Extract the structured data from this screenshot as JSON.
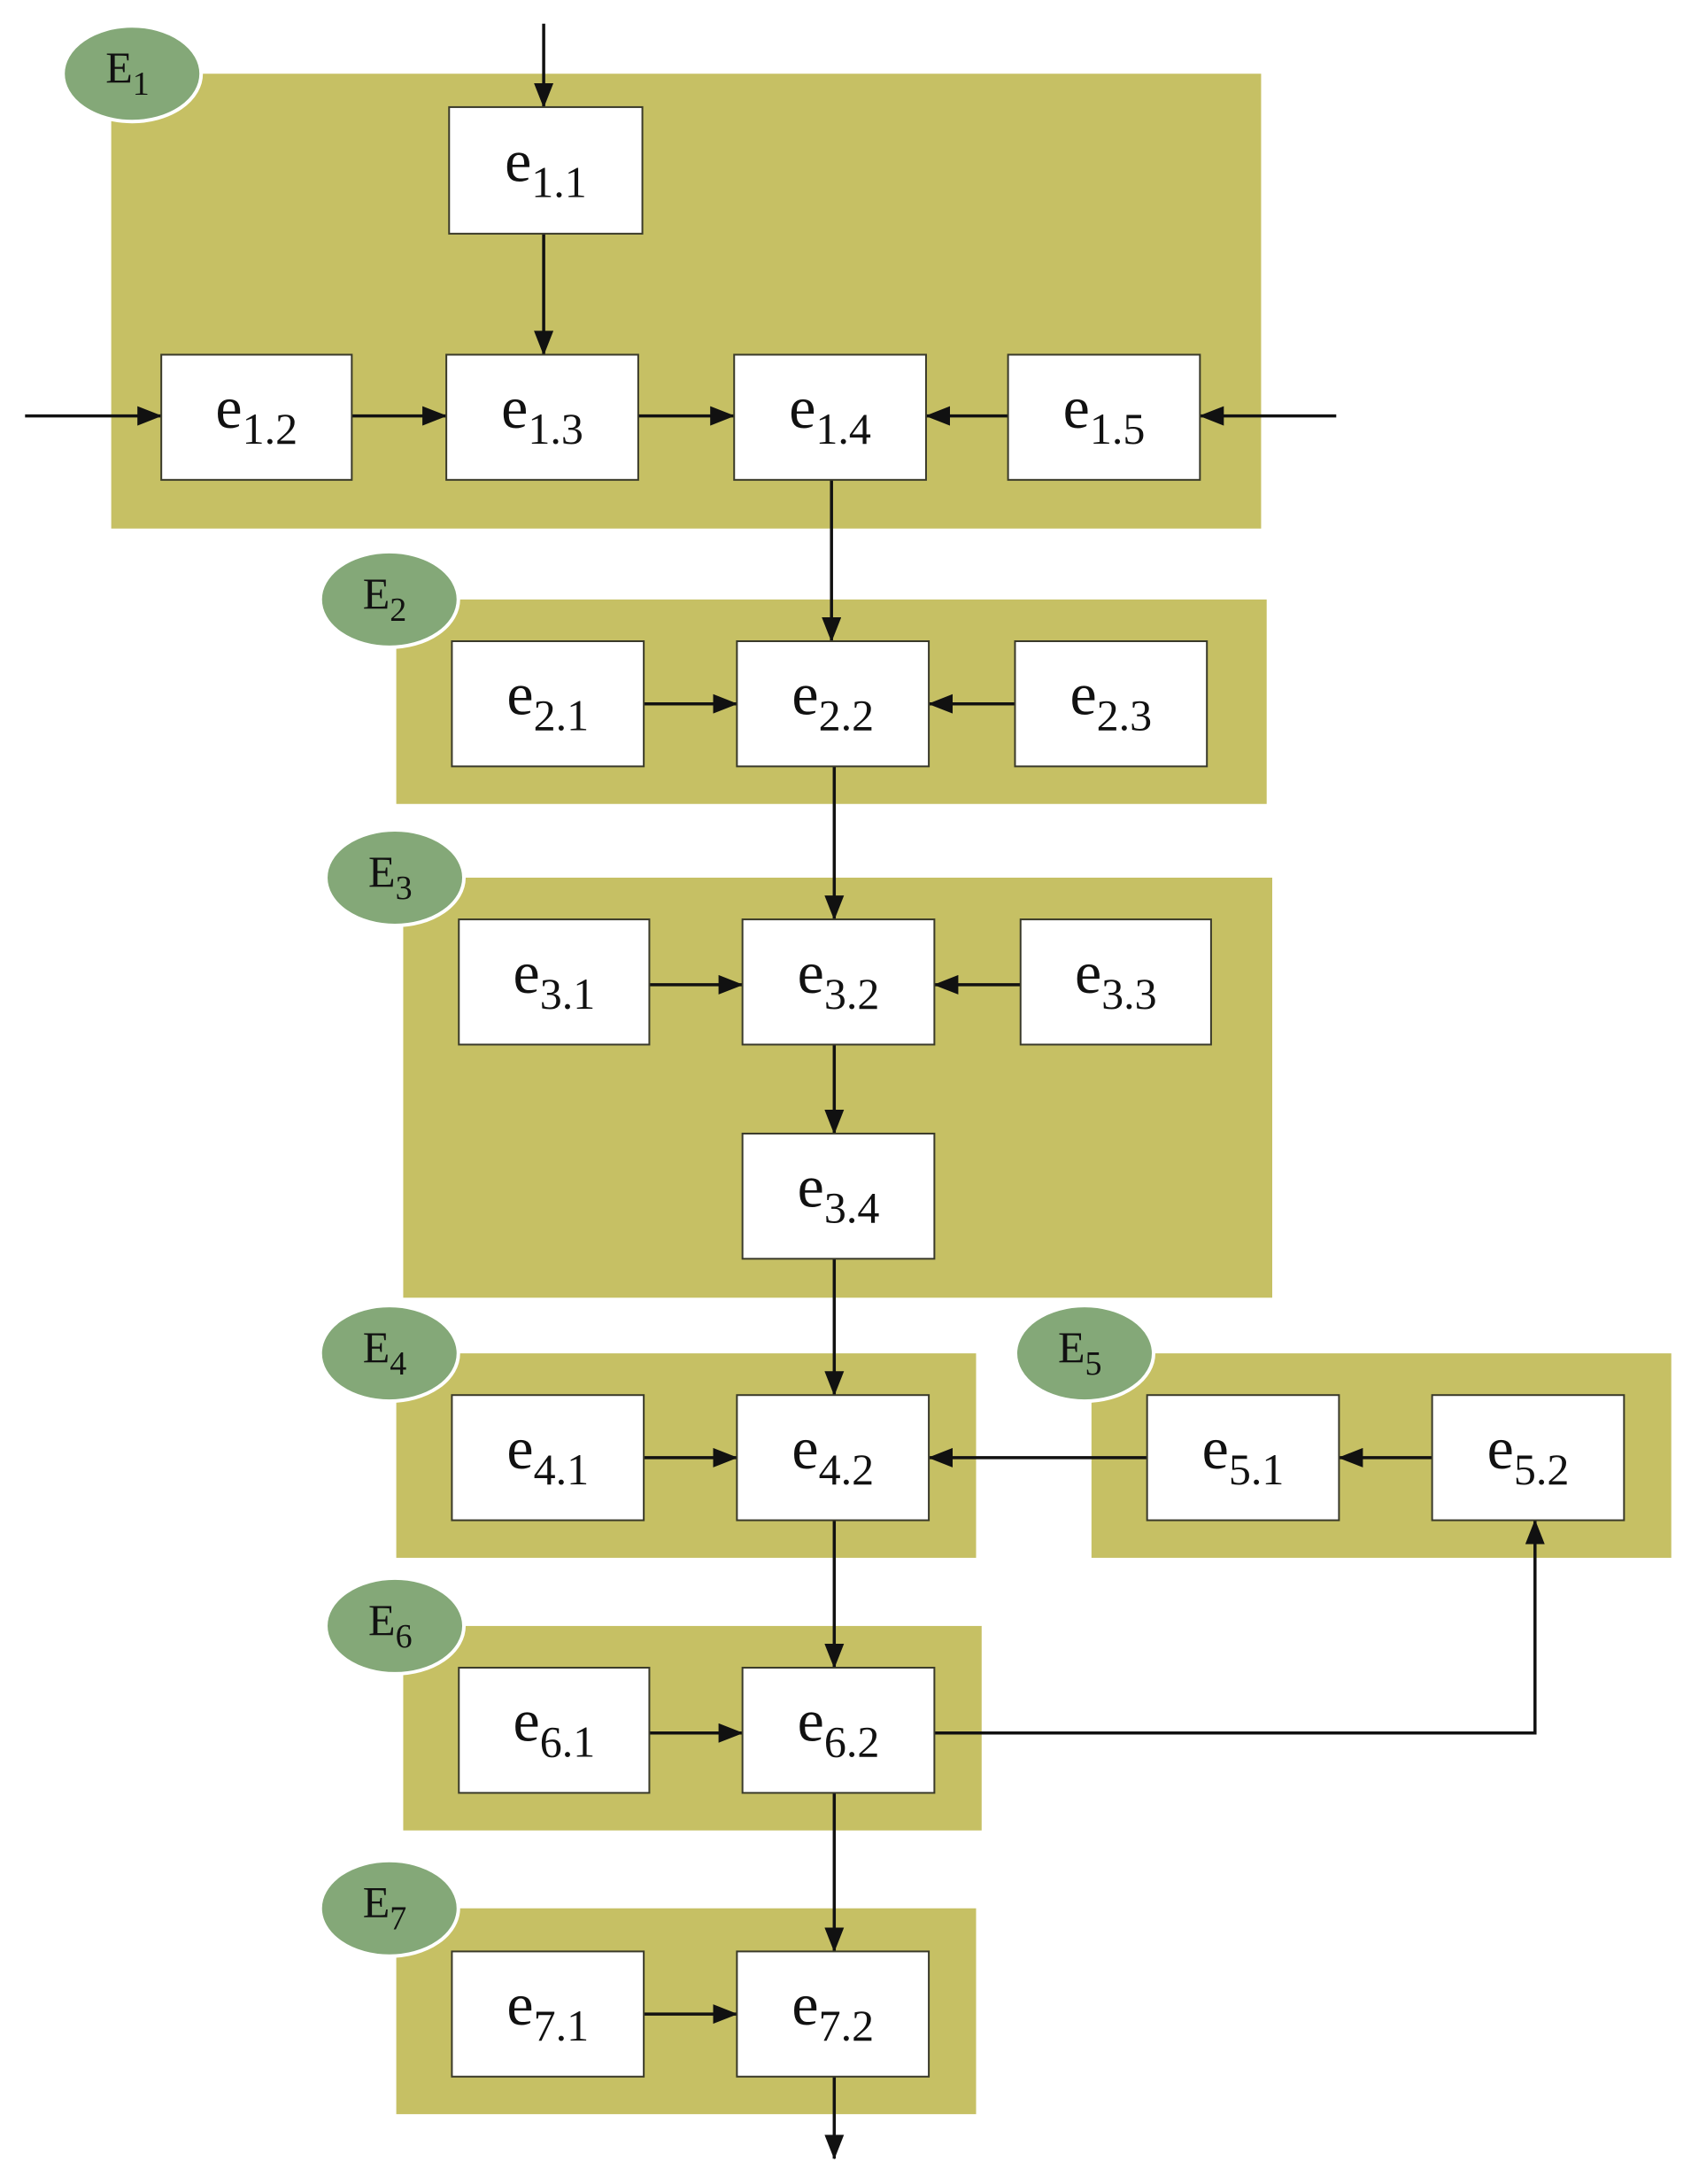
{
  "colors": {
    "group_fill": "#c6c064",
    "tag_fill": "#84a878",
    "node_fill": "#ffffff",
    "arrow": "#111111"
  },
  "groups": [
    {
      "id": "E1",
      "letter": "E",
      "sub": "1"
    },
    {
      "id": "E2",
      "letter": "E",
      "sub": "2"
    },
    {
      "id": "E3",
      "letter": "E",
      "sub": "3"
    },
    {
      "id": "E4",
      "letter": "E",
      "sub": "4"
    },
    {
      "id": "E5",
      "letter": "E",
      "sub": "5"
    },
    {
      "id": "E6",
      "letter": "E",
      "sub": "6"
    },
    {
      "id": "E7",
      "letter": "E",
      "sub": "7"
    }
  ],
  "nodes": [
    {
      "id": "e1.1",
      "letter": "e",
      "sub": "1.1"
    },
    {
      "id": "e1.2",
      "letter": "e",
      "sub": "1.2"
    },
    {
      "id": "e1.3",
      "letter": "e",
      "sub": "1.3"
    },
    {
      "id": "e1.4",
      "letter": "e",
      "sub": "1.4"
    },
    {
      "id": "e1.5",
      "letter": "e",
      "sub": "1.5"
    },
    {
      "id": "e2.1",
      "letter": "e",
      "sub": "2.1"
    },
    {
      "id": "e2.2",
      "letter": "e",
      "sub": "2.2"
    },
    {
      "id": "e2.3",
      "letter": "e",
      "sub": "2.3"
    },
    {
      "id": "e3.1",
      "letter": "e",
      "sub": "3.1"
    },
    {
      "id": "e3.2",
      "letter": "e",
      "sub": "3.2"
    },
    {
      "id": "e3.3",
      "letter": "e",
      "sub": "3.3"
    },
    {
      "id": "e3.4",
      "letter": "e",
      "sub": "3.4"
    },
    {
      "id": "e4.1",
      "letter": "e",
      "sub": "4.1"
    },
    {
      "id": "e4.2",
      "letter": "e",
      "sub": "4.2"
    },
    {
      "id": "e5.1",
      "letter": "e",
      "sub": "5.1"
    },
    {
      "id": "e5.2",
      "letter": "e",
      "sub": "5.2"
    },
    {
      "id": "e6.1",
      "letter": "e",
      "sub": "6.1"
    },
    {
      "id": "e6.2",
      "letter": "e",
      "sub": "6.2"
    },
    {
      "id": "e7.1",
      "letter": "e",
      "sub": "7.1"
    },
    {
      "id": "e7.2",
      "letter": "e",
      "sub": "7.2"
    }
  ],
  "edges": [
    {
      "from": "",
      "to": "e1.1"
    },
    {
      "from": "",
      "to": "e1.2"
    },
    {
      "from": "",
      "to": "e1.5"
    },
    {
      "from": "e1.1",
      "to": "e1.3"
    },
    {
      "from": "e1.2",
      "to": "e1.3"
    },
    {
      "from": "e1.3",
      "to": "e1.4"
    },
    {
      "from": "e1.5",
      "to": "e1.4"
    },
    {
      "from": "e1.4",
      "to": "e2.2"
    },
    {
      "from": "e2.1",
      "to": "e2.2"
    },
    {
      "from": "e2.3",
      "to": "e2.2"
    },
    {
      "from": "e2.2",
      "to": "e3.2"
    },
    {
      "from": "e3.1",
      "to": "e3.2"
    },
    {
      "from": "e3.3",
      "to": "e3.2"
    },
    {
      "from": "e3.2",
      "to": "e3.4"
    },
    {
      "from": "e3.4",
      "to": "e4.2"
    },
    {
      "from": "e4.1",
      "to": "e4.2"
    },
    {
      "from": "e5.1",
      "to": "e4.2"
    },
    {
      "from": "e5.2",
      "to": "e5.1"
    },
    {
      "from": "e4.2",
      "to": "e6.2"
    },
    {
      "from": "e6.1",
      "to": "e6.2"
    },
    {
      "from": "e6.2",
      "to": "e5.2"
    },
    {
      "from": "e6.2",
      "to": "e7.2"
    },
    {
      "from": "e7.1",
      "to": "e7.2"
    },
    {
      "from": "e7.2",
      "to": ""
    }
  ]
}
